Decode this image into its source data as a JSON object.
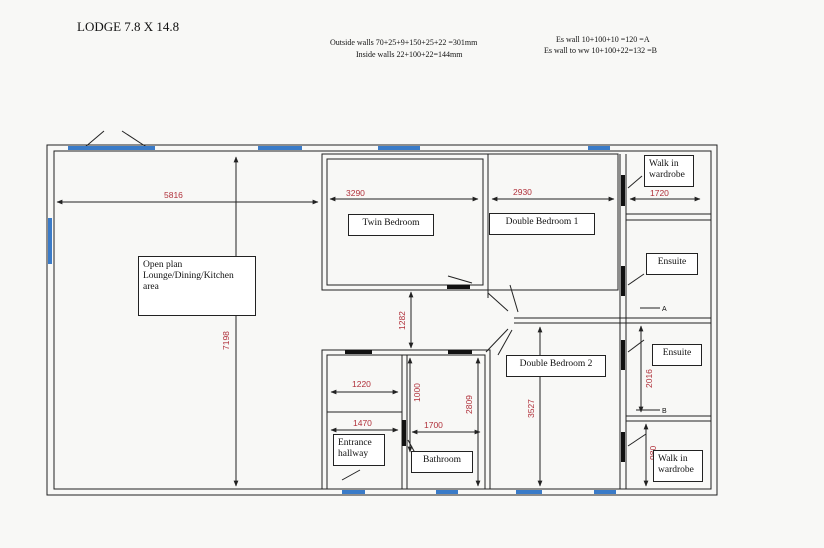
{
  "title": "LODGE 7.8 X 14.8",
  "notes": {
    "outside_walls": "Outside walls 70+25+9+150+25+22 =301mm",
    "inside_walls": "Inside walls 22+100+22=144mm",
    "es_wall": "Es wall 10+100+10 =120 =A",
    "es_wall_ww": "Es wall to ww 10+100+22=132 =B"
  },
  "rooms": {
    "open_plan": "Open plan Lounge/Dining/Kitchen area",
    "twin_bedroom": "Twin Bedroom",
    "double_bedroom_1": "Double Bedroom 1",
    "double_bedroom_2": "Double Bedroom 2",
    "walk_in_wardrobe_top": "Walk in wardrobe",
    "ensuite_top": "Ensuite",
    "ensuite_bottom": "Ensuite",
    "walk_in_wardrobe_bottom": "Walk in wardrobe",
    "entrance_hallway": "Entrance hallway",
    "bathroom": "Bathroom"
  },
  "dimensions": {
    "lounge_width": "5816",
    "lounge_depth": "7198",
    "twin_width": "3290",
    "double1_width": "2930",
    "wardrobe_width": "1720",
    "corridor_depth": "1282",
    "hall_width_a": "1220",
    "hall_width_b": "1470",
    "bath_depth": "1000",
    "bath_width": "1700",
    "bath_depth_b": "2809",
    "double2_depth": "3527",
    "ensuite_depth": "2016",
    "wardrobe_depth": "980"
  },
  "markers": {
    "a": "A",
    "b": "B"
  },
  "colors": {
    "window": "#3a7bc8",
    "wall": "#222222",
    "dimension": "#b0303a"
  }
}
